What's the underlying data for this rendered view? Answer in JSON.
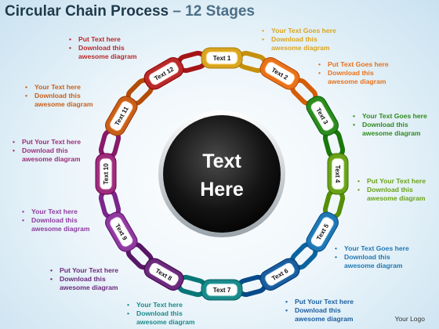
{
  "header": {
    "title": "Circular Chain Process",
    "subtitle": "12 Stages",
    "separator": "–"
  },
  "center": {
    "line1": "Text",
    "line2": "Here"
  },
  "stages": [
    {
      "label": "Text 1",
      "color": "#d9a520"
    },
    {
      "label": "Text 2",
      "color": "#e8721c"
    },
    {
      "label": "Text 3",
      "color": "#2e8b1e"
    },
    {
      "label": "Text 4",
      "color": "#6aa21a"
    },
    {
      "label": "Text 5",
      "color": "#1f78b4"
    },
    {
      "label": "Text 6",
      "color": "#1a5e9e"
    },
    {
      "label": "Text 7",
      "color": "#1b8a8a"
    },
    {
      "label": "Text 8",
      "color": "#6b2a7a"
    },
    {
      "label": "Text 9",
      "color": "#8e3a9e"
    },
    {
      "label": "Text 10",
      "color": "#9c2e7c"
    },
    {
      "label": "Text 11",
      "color": "#c8601a"
    },
    {
      "label": "Text 12",
      "color": "#b82a2a"
    }
  ],
  "notes": [
    {
      "color": "#d9a520",
      "lines": [
        "Your Text Goes here",
        "Download this",
        "awesome diagram"
      ],
      "bullets": [
        true,
        true,
        false
      ]
    },
    {
      "color": "#e8721c",
      "lines": [
        "Put Text Goes here",
        "Download this",
        "awesome diagram"
      ],
      "bullets": [
        true,
        true,
        false
      ]
    },
    {
      "color": "#2e8b1e",
      "lines": [
        "Your Text Goes here",
        "Download this",
        "awesome diagram"
      ],
      "bullets": [
        true,
        true,
        false
      ]
    },
    {
      "color": "#6aa21a",
      "lines": [
        "Put Your Text  here",
        "Download this",
        "awesome diagram"
      ],
      "bullets": [
        true,
        true,
        false
      ]
    },
    {
      "color": "#1f78b4",
      "lines": [
        "Your Text Goes here",
        "Download this",
        "awesome diagram"
      ],
      "bullets": [
        true,
        true,
        false
      ]
    },
    {
      "color": "#1a5e9e",
      "lines": [
        "Put Your Text  here",
        "Download this",
        "awesome diagram"
      ],
      "bullets": [
        true,
        true,
        false
      ]
    },
    {
      "color": "#1b8a8a",
      "lines": [
        "Your Text  here",
        "Download this",
        "awesome diagram"
      ],
      "bullets": [
        true,
        true,
        false
      ]
    },
    {
      "color": "#6b2a7a",
      "lines": [
        "Put Your Text  here",
        "Download this",
        "awesome diagram"
      ],
      "bullets": [
        true,
        true,
        false
      ]
    },
    {
      "color": "#8e3a9e",
      "lines": [
        "Your Text  here",
        "Download this",
        "awesome diagram"
      ],
      "bullets": [
        true,
        true,
        false
      ]
    },
    {
      "color": "#9c2e7c",
      "lines": [
        "Put Your Text  here",
        "Download this",
        "awesome diagram"
      ],
      "bullets": [
        true,
        true,
        false
      ]
    },
    {
      "color": "#c8601a",
      "lines": [
        "Your Text  here",
        "Download this",
        "awesome diagram"
      ],
      "bullets": [
        true,
        true,
        false
      ]
    },
    {
      "color": "#b82a2a",
      "lines": [
        "Put Text  here",
        "Download this",
        "awesome diagram"
      ],
      "bullets": [
        true,
        true,
        false
      ]
    }
  ],
  "footer": {
    "logo": "Your Logo"
  }
}
